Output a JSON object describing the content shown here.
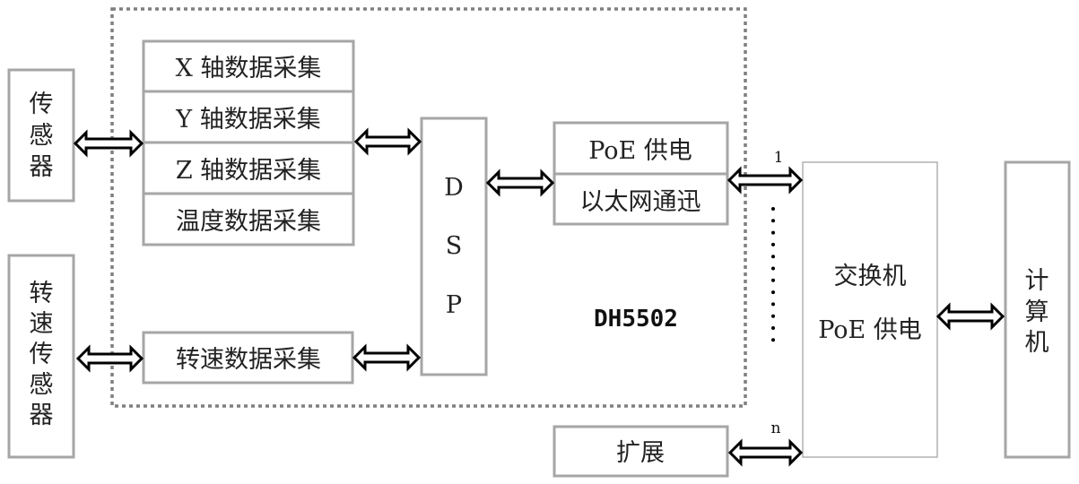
{
  "diagram": {
    "title": "DH5502 system block diagram",
    "device_label": "DH5502",
    "sensor": {
      "chars": [
        "传",
        "感",
        "器"
      ]
    },
    "speed_sensor": {
      "chars": [
        "转",
        "速",
        "传",
        "感",
        "器"
      ]
    },
    "acquisition_channels": [
      "X 轴数据采集",
      "Y 轴数据采集",
      "Z 轴数据采集",
      "温度数据采集"
    ],
    "speed_acquisition": "转速数据采集",
    "dsp": {
      "chars": [
        "D",
        "S",
        "P"
      ]
    },
    "network": {
      "poe": "PoE 供电",
      "ethernet": "以太网通迅"
    },
    "expansion": "扩展",
    "switch": {
      "line1": "交换机",
      "line2": "PoE 供电"
    },
    "computer": {
      "chars": [
        "计",
        "算",
        "机"
      ]
    },
    "port_first_label": "1",
    "port_last_label": "n"
  }
}
